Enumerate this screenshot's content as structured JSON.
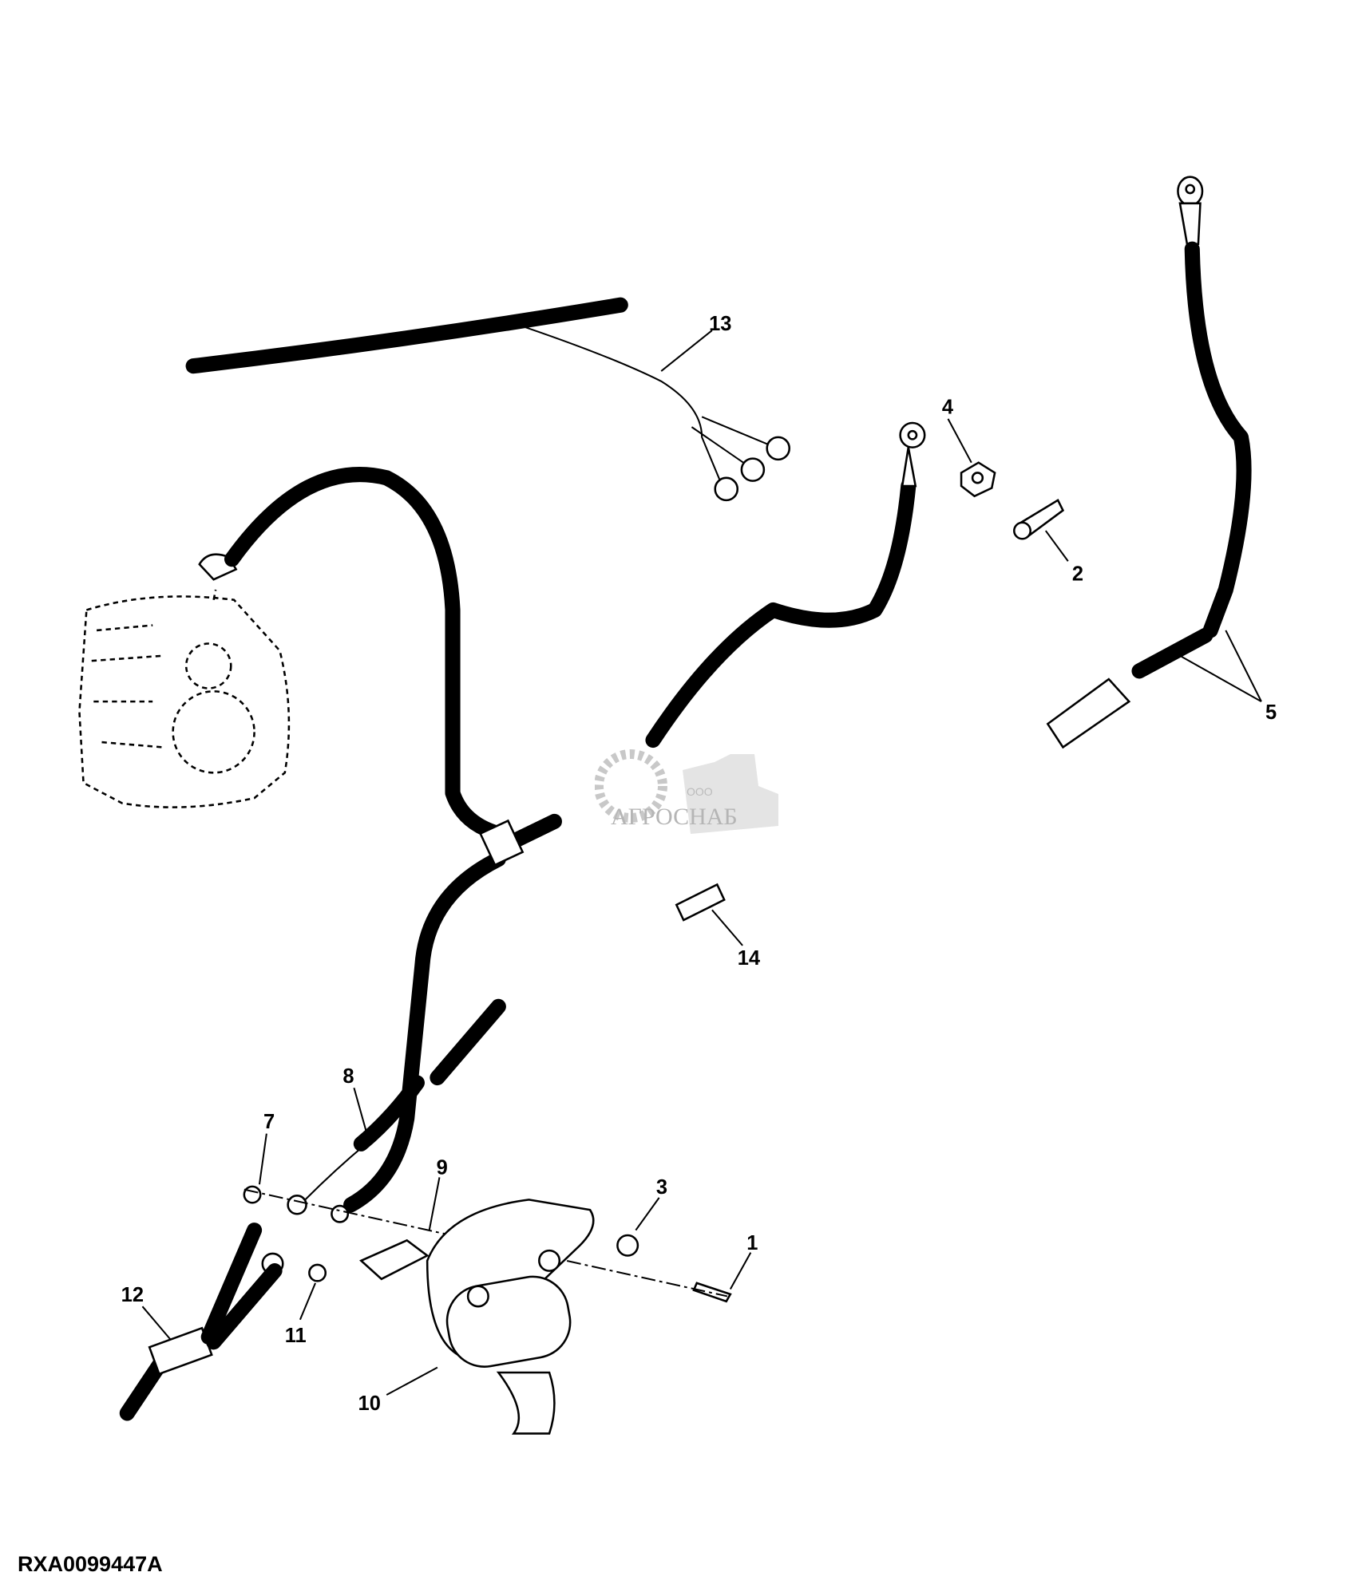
{
  "diagram": {
    "reference_code": "RXA0099447A",
    "callouts": [
      "1",
      "2",
      "3",
      "4",
      "5",
      "7",
      "8",
      "9",
      "10",
      "11",
      "12",
      "13",
      "14"
    ],
    "watermark": {
      "prefix": "ООО",
      "name": "АГРОСНАБ"
    },
    "colors": {
      "line": "#000000",
      "watermark": "#c8c8c8"
    }
  }
}
